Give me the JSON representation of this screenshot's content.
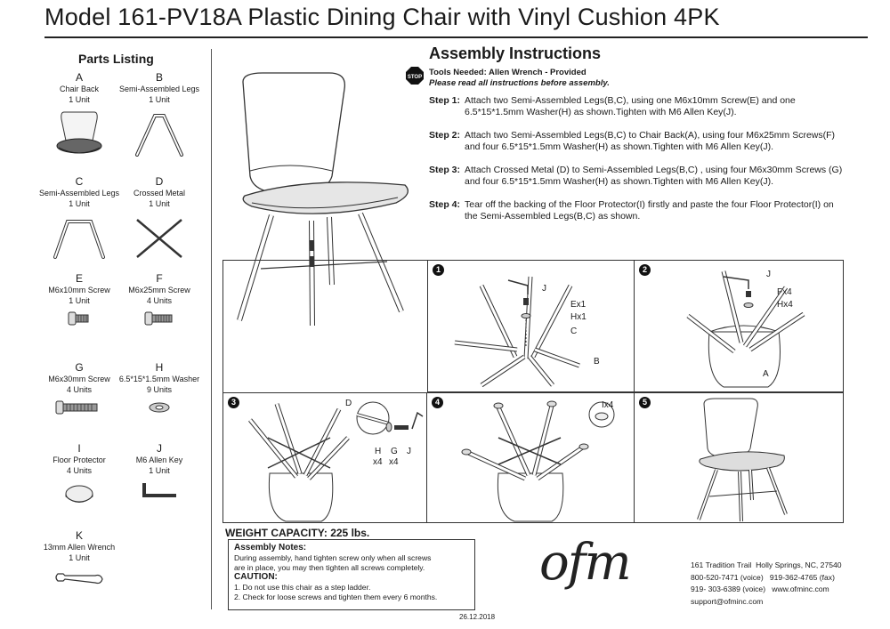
{
  "title": "Model 161-PV18A Plastic Dining Chair with Vinyl Cushion 4PK",
  "parts_heading": "Parts Listing",
  "parts": [
    {
      "letter": "A",
      "name": "Chair Back",
      "qty": "1 Unit"
    },
    {
      "letter": "B",
      "name": "Semi-Assembled Legs",
      "qty": "1 Unit"
    },
    {
      "letter": "C",
      "name": "Semi-Assembled Legs",
      "qty": "1 Unit"
    },
    {
      "letter": "D",
      "name": "Crossed Metal",
      "qty": "1 Unit"
    },
    {
      "letter": "E",
      "name": "M6x10mm Screw",
      "qty": "1 Unit"
    },
    {
      "letter": "F",
      "name": "M6x25mm Screw",
      "qty": "4 Units"
    },
    {
      "letter": "G",
      "name": "M6x30mm Screw",
      "qty": "4 Units"
    },
    {
      "letter": "H",
      "name": "6.5*15*1.5mm Washer",
      "qty": "9 Units"
    },
    {
      "letter": "I",
      "name": "Floor Protector",
      "qty": "4 Units"
    },
    {
      "letter": "J",
      "name": "M6 Allen Key",
      "qty": "1 Unit"
    },
    {
      "letter": "K",
      "name": "13mm Allen Wrench",
      "qty": "1 Unit"
    }
  ],
  "assembly": {
    "heading": "Assembly Instructions",
    "stop_label": "STOP",
    "tools": "Tools Needed: Allen Wrench - Provided",
    "read_note": "Please read all instructions before assembly.",
    "steps": [
      {
        "label": "Step 1:",
        "text": "Attach two Semi-Assembled Legs(B,C), using one M6x10mm Screw(E) and one 6.5*15*1.5mm Washer(H) as shown.Tighten with M6 Allen Key(J)."
      },
      {
        "label": "Step 2:",
        "text": "Attach two Semi-Assembled Legs(B,C) to Chair Back(A), using four M6x25mm Screws(F) and four 6.5*15*1.5mm Washer(H) as shown.Tighten with M6 Allen Key(J)."
      },
      {
        "label": "Step 3:",
        "text": "Attach Crossed Metal (D) to Semi-Assembled Legs(B,C) , using four M6x30mm Screws (G) and four 6.5*15*1.5mm Washer(H) as shown.Tighten with M6 Allen  Key(J)."
      },
      {
        "label": "Step 4:",
        "text": "Tear off the backing of the Floor Protector(I) firstly and paste  the four Floor Protector(I) on the Semi-Assembled Legs(B,C) as shown."
      }
    ]
  },
  "diagrams": {
    "d1": {
      "num": "1",
      "labels": {
        "j": "J",
        "e": "Ex1",
        "h": "Hx1",
        "c": "C",
        "b": "B"
      }
    },
    "d2": {
      "num": "2",
      "labels": {
        "j": "J",
        "f": "Fx4",
        "h": "Hx4",
        "a": "A"
      }
    },
    "d3": {
      "num": "3",
      "labels": {
        "d": "D",
        "h": "H",
        "g": "G",
        "j": "J",
        "hx": "x4",
        "gx": "x4"
      }
    },
    "d4": {
      "num": "4",
      "labels": {
        "i": "Ix4"
      }
    },
    "d5": {
      "num": "5"
    }
  },
  "weight_capacity": "WEIGHT CAPACITY: 225 lbs.",
  "notes": {
    "heading": "Assembly Notes:",
    "line1": "During assembly, hand tighten screw only when all screws",
    "line2": "are in place, you may then tighten all screws completely.",
    "caution_heading": "CAUTION:",
    "caution1": "1. Do not use this chair as a step ladder.",
    "caution2": "2. Check for loose screws and tighten them every 6 months."
  },
  "date": "26.12.2018",
  "brand": {
    "logo": "ofm",
    "address": "161 Tradition Trail  Holly Springs, NC, 27540",
    "phone1": "800-520-7471 (voice)   919-362-4765 (fax)",
    "phone2": "919- 303-6389 (voice)   www.ofminc.com",
    "email": "support@ofminc.com"
  }
}
